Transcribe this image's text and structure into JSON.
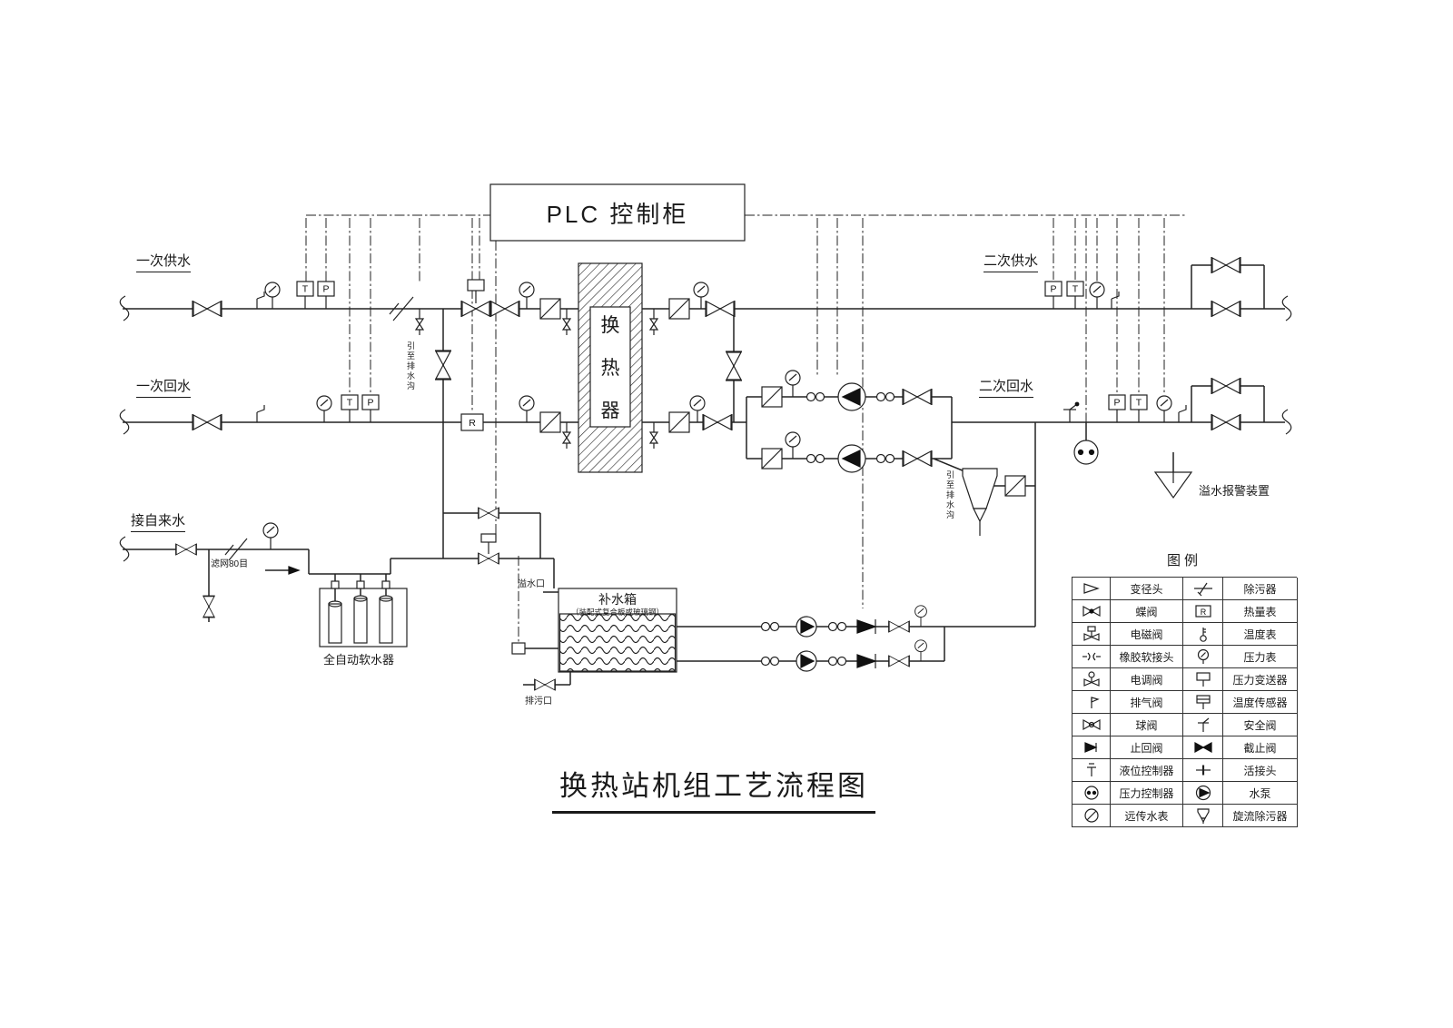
{
  "title": "换热站机组工艺流程图",
  "plc": {
    "label": "PLC 控制柜"
  },
  "heat_exchanger": {
    "label": "换热器",
    "chars": [
      "换",
      "热",
      "器"
    ]
  },
  "pipes": {
    "primary_supply": "一次供水",
    "primary_return": "一次回水",
    "tap_water": "接自来水",
    "secondary_supply": "二次供水",
    "secondary_return": "二次回水"
  },
  "annotations": {
    "softener": "全自动软水器",
    "tank": "补水箱",
    "tank_note": "（装配式复合板或玻璃钢）",
    "overflow_port": "溢水口",
    "drain_port": "排污口",
    "filter_mesh": "滤网80目",
    "overflow_alarm": "溢水报警装置",
    "drain_ditch_left": "引至排水沟",
    "drain_ditch_right": "引至排水沟"
  },
  "instrument_letters": {
    "t": "T",
    "p": "P",
    "r": "R"
  },
  "legend": {
    "title": "图例",
    "rows": [
      {
        "left": "变径头",
        "right": "除污器"
      },
      {
        "left": "蝶阀",
        "right": "热量表"
      },
      {
        "left": "电磁阀",
        "right": "温度表"
      },
      {
        "left": "橡胶软接头",
        "right": "压力表"
      },
      {
        "left": "电调阀",
        "right": "压力变送器"
      },
      {
        "left": "排气阀",
        "right": "温度传感器"
      },
      {
        "left": "球阀",
        "right": "安全阀"
      },
      {
        "left": "止回阀",
        "right": "截止阀"
      },
      {
        "left": "液位控制器",
        "right": "活接头"
      },
      {
        "left": "压力控制器",
        "right": "水泵"
      },
      {
        "left": "远传水表",
        "right": "旋流除污器"
      }
    ]
  }
}
